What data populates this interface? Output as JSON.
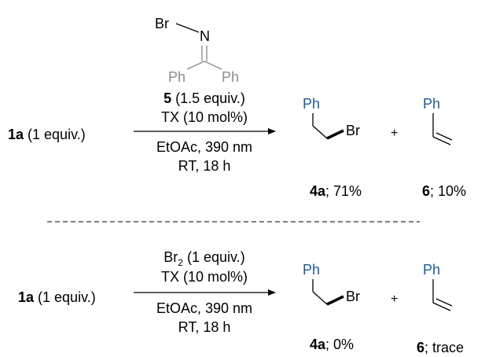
{
  "colors": {
    "ink": "#000000",
    "phenyl": "#1f5a96",
    "reagent": "#8c8c8c"
  },
  "reagent_5": {
    "br": "Br",
    "n": "N",
    "ph_left": "Ph",
    "ph_right": "Ph"
  },
  "reaction1": {
    "substrate_id": "1a",
    "substrate_amount": " (1 equiv.)",
    "above_reagent_id": "5",
    "above_reagent_amount": " (1.5 equiv.)",
    "above_catalyst": "TX (10 mol%)",
    "below_solvent": "EtOAc, 390 nm",
    "below_conditions": "RT, 18 h",
    "product1_ph": "Ph",
    "product1_br": "Br",
    "plus": "+",
    "product2_ph": "Ph",
    "product1_id": "4a",
    "product1_yield": "; 71%",
    "product2_id": "6",
    "product2_yield": "; 10%"
  },
  "reaction2": {
    "substrate_id": "1a",
    "substrate_amount": " (1 equiv.)",
    "above_reagent_main": "Br",
    "above_reagent_sub": "2",
    "above_reagent_amount": " (1 equiv.)",
    "above_catalyst": "TX (10 mol%)",
    "below_solvent": "EtOAc, 390 nm",
    "below_conditions": "RT, 18 h",
    "product1_ph": "Ph",
    "product1_br": "Br",
    "plus": "+",
    "product2_ph": "Ph",
    "product1_id": "4a",
    "product1_yield": "; 0%",
    "product2_id": "6",
    "product2_yield": "; trace"
  }
}
